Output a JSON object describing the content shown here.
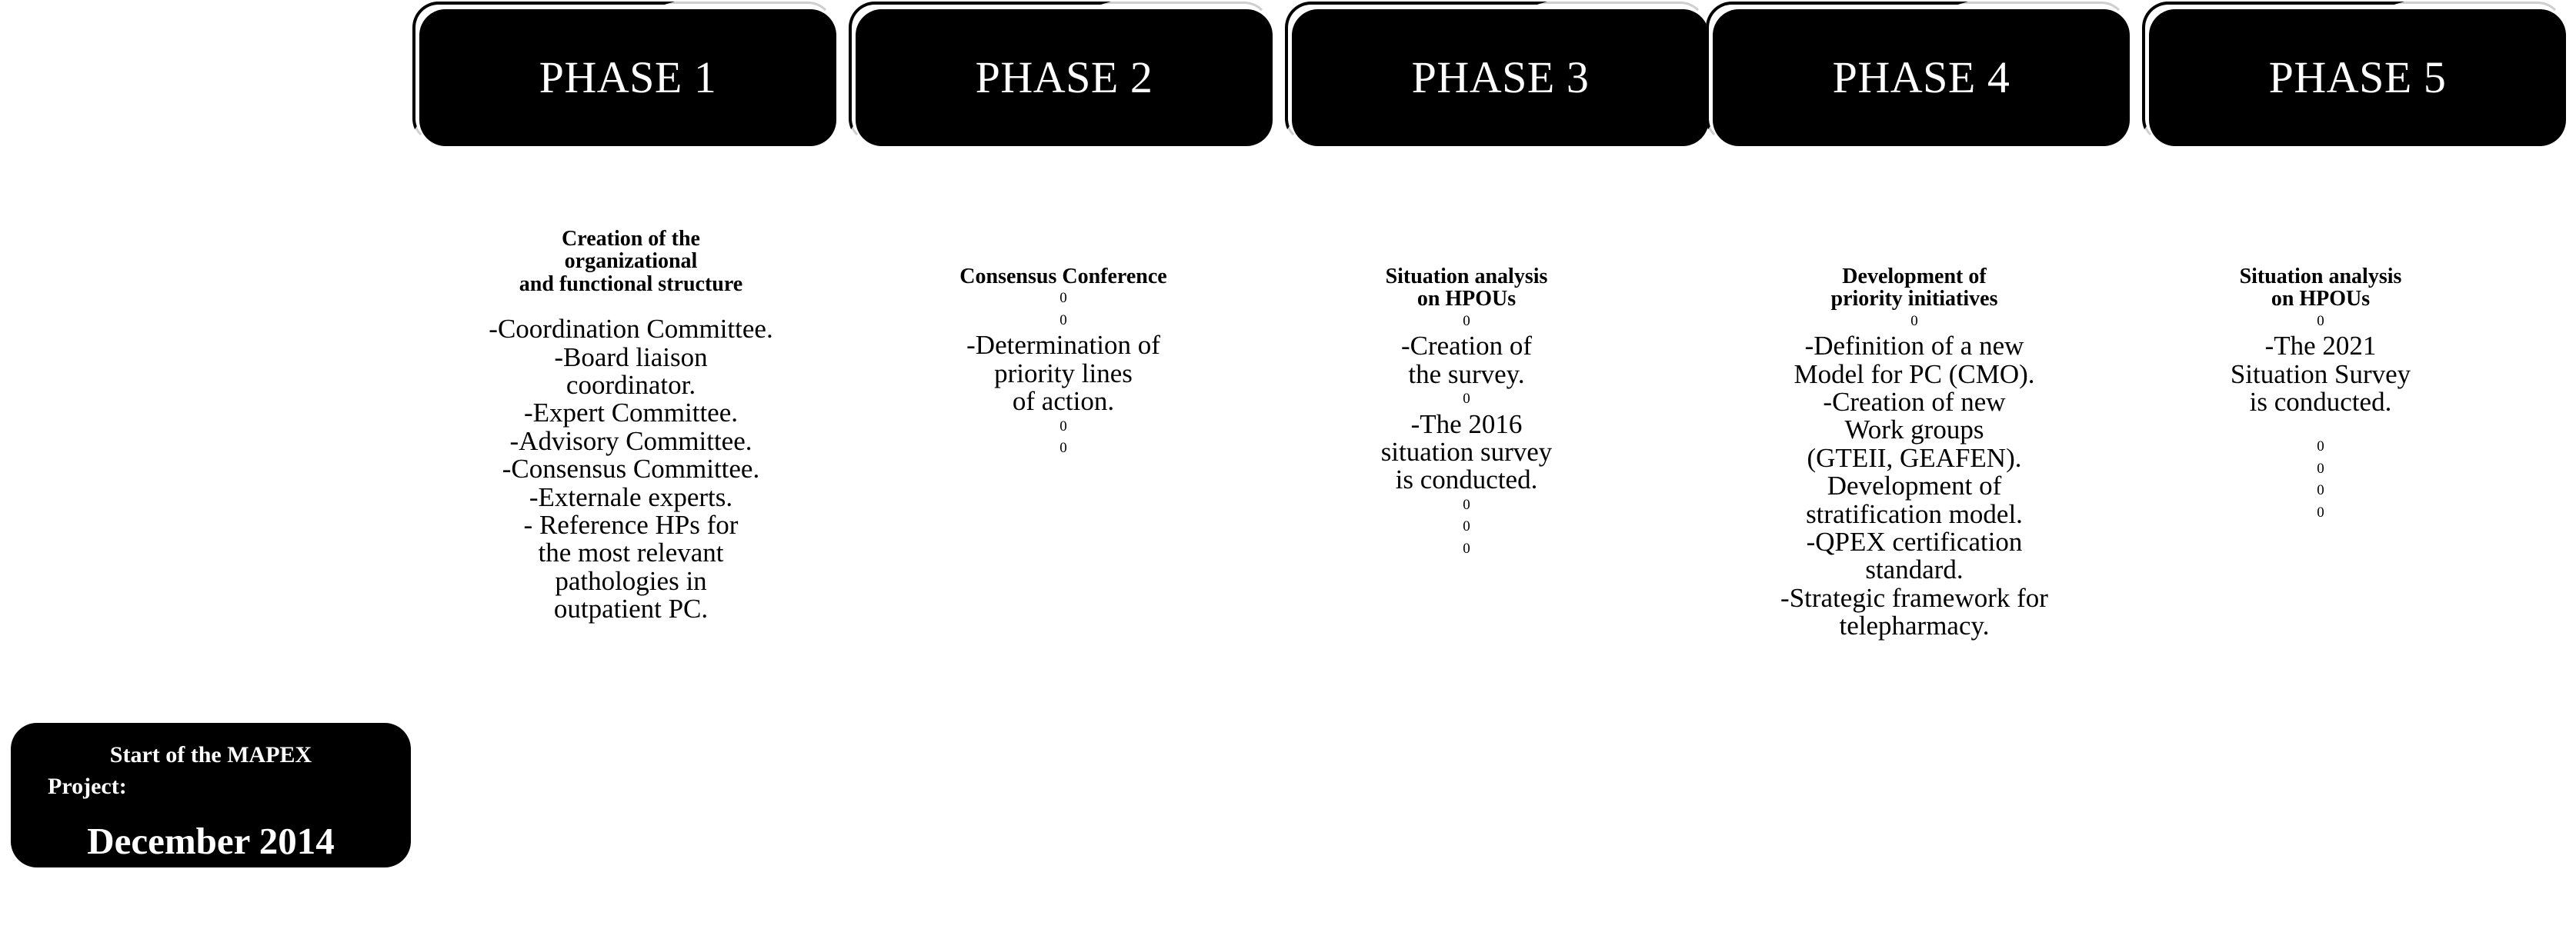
{
  "phases": [
    {
      "label": "PHASE 1"
    },
    {
      "label": "PHASE 2"
    },
    {
      "label": "PHASE 3"
    },
    {
      "label": "PHASE 4"
    },
    {
      "label": "PHASE 5"
    }
  ],
  "columns": [
    {
      "header_lines": [
        "Creation of the",
        "organizational",
        "and functional structure"
      ],
      "body_lines": [
        "-Coordination Committee.",
        "-Board liaison",
        "coordinator.",
        "-Expert Committee.",
        "-Advisory Committee.",
        "-Consensus Committee.",
        "-Externale experts.",
        "- Reference HPs for",
        "the most relevant",
        "pathologies in",
        "outpatient PC."
      ]
    },
    {
      "header_lines": [
        "Consensus Conference"
      ],
      "body_lines": [
        "0",
        "0",
        "-Determination of",
        "priority lines",
        "of action.",
        "0",
        "0"
      ]
    },
    {
      "header_lines": [
        "Situation analysis",
        "on HPOUs"
      ],
      "body_lines": [
        "0",
        "-Creation of",
        "the survey.",
        "0",
        "-The 2016",
        "situation survey",
        "is conducted.",
        "0",
        "0",
        "0"
      ]
    },
    {
      "header_lines": [
        "Development of",
        "priority initiatives"
      ],
      "body_lines": [
        "0",
        "-Definition of a new",
        "Model for PC (CMO).",
        "-Creation of new",
        "Work groups",
        "(GTEII, GEAFEN).",
        "Development of",
        "stratification model.",
        "-QPEX certification",
        "standard.",
        "-Strategic framework for",
        "telepharmacy."
      ]
    },
    {
      "header_lines": [
        "Situation analysis",
        "on HPOUs"
      ],
      "body_lines": [
        "0",
        "-The 2021",
        "Situation Survey",
        "is conducted.",
        "",
        "0",
        "0",
        "0",
        "0"
      ]
    }
  ],
  "start_box": {
    "line1": "Start of the MAPEX",
    "line2": "Project:",
    "date": "December 2014"
  },
  "colors": {
    "box_fill": "#000000",
    "box_text": "#ffffff",
    "body_text": "#000000",
    "background": "#ffffff"
  }
}
